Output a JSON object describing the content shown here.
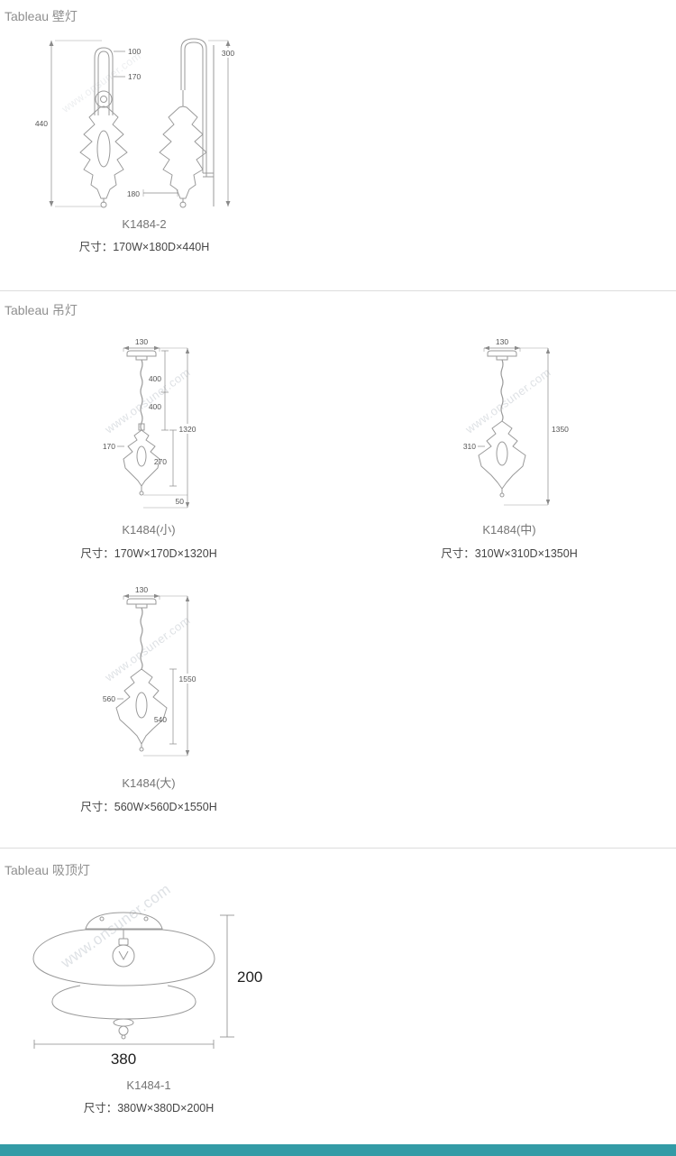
{
  "colors": {
    "footer_bar": "#339ba6"
  },
  "watermark": "www.onsuner.com",
  "wall": {
    "title": "Tableau 壁灯",
    "model": "K1484-2",
    "size": "尺寸：170W×180D×440H",
    "dims": {
      "h100": "100",
      "h170": "170",
      "h440": "440",
      "d180": "180",
      "arm300": "300"
    }
  },
  "pendant": {
    "title": "Tableau 吊灯",
    "small": {
      "model": "K1484(小)",
      "size": "尺寸：170W×170D×1320H",
      "dims": {
        "canopy": "130",
        "seg1": "400",
        "seg2": "400",
        "total": "1320",
        "width": "170",
        "body": "270",
        "gap": "50"
      }
    },
    "medium": {
      "model": "K1484(中)",
      "size": "尺寸：310W×310D×1350H",
      "dims": {
        "canopy": "130",
        "total": "1350",
        "width": "310"
      }
    },
    "large": {
      "model": "K1484(大)",
      "size": "尺寸：560W×560D×1550H",
      "dims": {
        "canopy": "130",
        "total": "1550",
        "width": "560",
        "body": "540"
      }
    }
  },
  "ceiling": {
    "title": "Tableau 吸顶灯",
    "model": "K1484-1",
    "size": "尺寸：380W×380D×200H",
    "dims": {
      "height": "200",
      "width": "380"
    }
  }
}
